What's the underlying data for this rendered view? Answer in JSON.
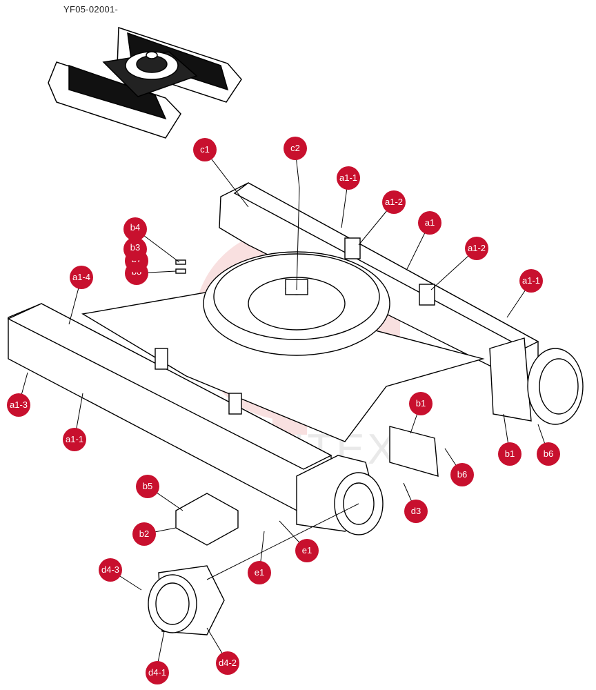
{
  "ref_code": "YF05-02001-",
  "watermark": "VIHTEX",
  "colors": {
    "callout": "#c8102e",
    "line": "#000000",
    "watermark": "#f4c7c7"
  },
  "callouts": [
    {
      "id": "c1",
      "label": "c1"
    },
    {
      "id": "c2",
      "label": "c2"
    },
    {
      "id": "a1-1-top",
      "label": "a1-1"
    },
    {
      "id": "a1-2-top",
      "label": "a1-2"
    },
    {
      "id": "a1",
      "label": "a1"
    },
    {
      "id": "a1-2-right",
      "label": "a1-2"
    },
    {
      "id": "a1-1-right",
      "label": "a1-1"
    },
    {
      "id": "b4",
      "label": "b4"
    },
    {
      "id": "b3",
      "label": "b3"
    },
    {
      "id": "b7",
      "label": "b7"
    },
    {
      "id": "b8",
      "label": "b8"
    },
    {
      "id": "a1-4",
      "label": "a1-4"
    },
    {
      "id": "a1-3",
      "label": "a1-3"
    },
    {
      "id": "a1-1-left",
      "label": "a1-1"
    },
    {
      "id": "b1-mid",
      "label": "b1"
    },
    {
      "id": "b1-right",
      "label": "b1"
    },
    {
      "id": "b6-right",
      "label": "b6"
    },
    {
      "id": "b6-mid",
      "label": "b6"
    },
    {
      "id": "b5",
      "label": "b5"
    },
    {
      "id": "d3",
      "label": "d3"
    },
    {
      "id": "b2",
      "label": "b2"
    },
    {
      "id": "e1-a",
      "label": "e1"
    },
    {
      "id": "e1-b",
      "label": "e1"
    },
    {
      "id": "d4-3",
      "label": "d4-3"
    },
    {
      "id": "d4-2",
      "label": "d4-2"
    },
    {
      "id": "d4-1",
      "label": "d4-1"
    }
  ]
}
